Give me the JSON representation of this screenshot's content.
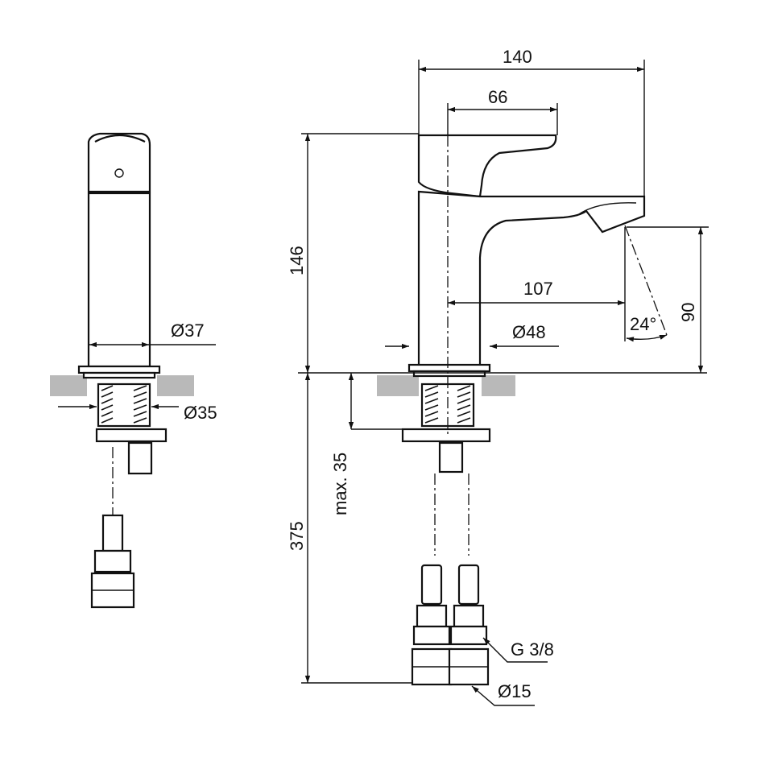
{
  "drawing": {
    "dimensions": {
      "width_total": "140",
      "handle_width": "66",
      "height_total": "146",
      "spout_reach": "107",
      "spout_height": "90",
      "angle": "24°",
      "base_diameter": "Ø48",
      "side_diameter": "Ø37",
      "shank_diameter": "Ø35",
      "max_thickness": "max. 35",
      "hose_length": "375",
      "thread": "G 3/8",
      "hose_diameter": "Ø15"
    }
  }
}
